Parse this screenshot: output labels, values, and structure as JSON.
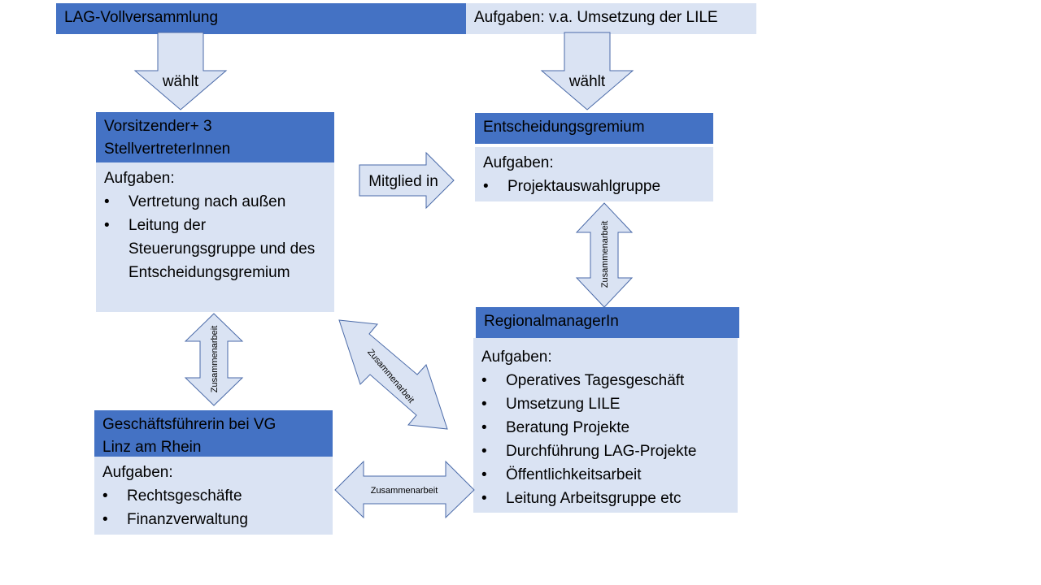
{
  "top_bar": {
    "left": "LAG-Vollversammlung",
    "right": "Aufgaben: v.a. Umsetzung der LILE"
  },
  "vorsitz": {
    "title_line1": "Vorsitzender+ 3",
    "title_line2": "StellvertreterInnen",
    "tasks_label": "Aufgaben:",
    "tasks": [
      "Vertretung nach außen",
      "Leitung der Steuerungsgruppe und des Entscheidungsgremium"
    ]
  },
  "gremium": {
    "title": "Entscheidungsgremium",
    "tasks_label": "Aufgaben:",
    "tasks": [
      "Projektauswahlgruppe"
    ]
  },
  "regional": {
    "title": "RegionalmanagerIn",
    "tasks_label": "Aufgaben:",
    "tasks": [
      "Operatives Tagesgeschäft",
      "Umsetzung LILE",
      "Beratung Projekte",
      "Durchführung LAG-Projekte",
      "Öffentlichkeitsarbeit",
      "Leitung Arbeitsgruppe etc"
    ]
  },
  "geschaeft": {
    "title_line1": "Geschäftsführerin bei VG",
    "title_line2": "Linz am Rhein",
    "tasks_label": "Aufgaben:",
    "tasks": [
      "Rechtsgeschäfte",
      "Finanzverwaltung"
    ]
  },
  "arrows": {
    "waehlt_left": "wählt",
    "waehlt_right": "wählt",
    "mitglied": "Mitglied in",
    "zusammen_right_vertical": "Zusammenarbeit",
    "zusammen_left_vertical": "Zusammenarbeit",
    "zusammen_diagonal": "Zusammenarbeit",
    "zusammen_horizontal": "Zusammenarbeit"
  }
}
